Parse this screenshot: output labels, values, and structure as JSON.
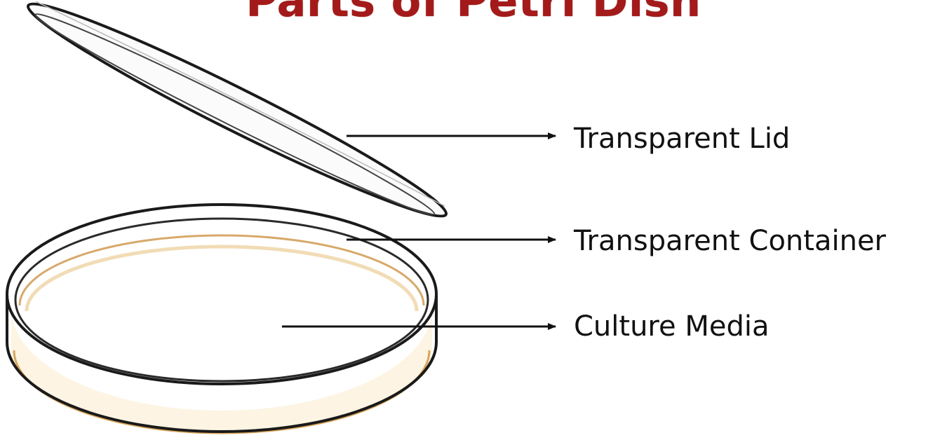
{
  "title": "Parts of Petri Dish",
  "labels": {
    "lid": "Transparent Lid",
    "container": "Transparent Container",
    "media": "Culture Media"
  },
  "colors": {
    "title": "#a41a1a",
    "outline": "#1a1a1a",
    "media": "#e2b872"
  }
}
